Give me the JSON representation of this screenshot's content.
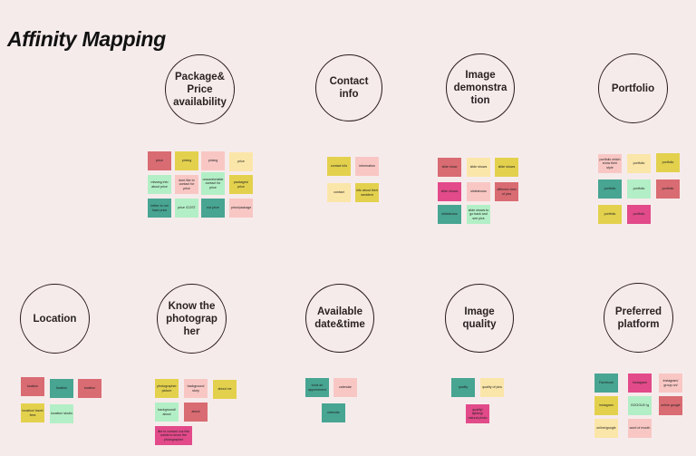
{
  "title": "Affinity Mapping",
  "groups": [
    {
      "label": "Package&\nPrice\navailability",
      "notes": [
        {
          "text": "price",
          "color": "red"
        },
        {
          "text": "pricing",
          "color": "ylw"
        },
        {
          "text": "pricing",
          "color": "pink"
        },
        {
          "text": "price",
          "color": "cream"
        },
        {
          "text": "missing info about price",
          "color": "mint"
        },
        {
          "text": "dont like to contact for price",
          "color": "pink"
        },
        {
          "text": "uncomfortable contact for price",
          "color": "mint"
        },
        {
          "text": "packages/ price",
          "color": "ylw"
        },
        {
          "text": "better to not have price",
          "color": "teal"
        },
        {
          "text": "price /COST",
          "color": "mint"
        },
        {
          "text": "not price",
          "color": "teal"
        },
        {
          "text": "price/package",
          "color": "pink"
        }
      ]
    },
    {
      "label": "Contact\ninfo",
      "notes": [
        {
          "text": "contact info",
          "color": "ylw"
        },
        {
          "text": "information",
          "color": "pink"
        },
        {
          "text": "contact",
          "color": "cream"
        },
        {
          "text": "info about their weddent",
          "color": "ylw"
        }
      ]
    },
    {
      "label": "Image\ndemonstra\ntion",
      "notes": [
        {
          "text": "slide show",
          "color": "red"
        },
        {
          "text": "slide shows",
          "color": "cream"
        },
        {
          "text": "slide shows",
          "color": "ylw"
        },
        {
          "text": "slide shows",
          "color": "mag"
        },
        {
          "text": "slideshows",
          "color": "pink"
        },
        {
          "text": "different view of pics",
          "color": "red"
        },
        {
          "text": "slideshows",
          "color": "teal"
        },
        {
          "text": "slide shows to go back and see pics",
          "color": "mint"
        }
      ]
    },
    {
      "label": "Portfolio",
      "notes": [
        {
          "text": "portfolio which show their style",
          "color": "pink"
        },
        {
          "text": "portfolio",
          "color": "cream"
        },
        {
          "text": "portfolio",
          "color": "ylw"
        },
        {
          "text": "portfolio",
          "color": "teal"
        },
        {
          "text": "portfolio",
          "color": "mint"
        },
        {
          "text": "portfolio",
          "color": "red"
        },
        {
          "text": "portfolio",
          "color": "ylw"
        },
        {
          "text": "portfolio",
          "color": "mag"
        }
      ]
    },
    {
      "label": "Location",
      "notes": [
        {
          "text": "location",
          "color": "red"
        },
        {
          "text": "location",
          "color": "teal"
        },
        {
          "text": "location",
          "color": "red"
        },
        {
          "text": "location/ travel fees",
          "color": "ylw"
        },
        {
          "text": "location/ studio",
          "color": "mint"
        }
      ]
    },
    {
      "label": "Know the\nphotograp\nher",
      "notes": [
        {
          "text": "photographer picture",
          "color": "ylw"
        },
        {
          "text": "background story",
          "color": "pink"
        },
        {
          "text": "about me",
          "color": "ylw"
        },
        {
          "text": "background/ about",
          "color": "mint"
        },
        {
          "text": "about",
          "color": "red"
        },
        {
          "text": "like to contact cuz this wants to know the photographer",
          "color": "mag"
        }
      ]
    },
    {
      "label": "Available\ndate&time",
      "notes": [
        {
          "text": "book an appointment",
          "color": "teal"
        },
        {
          "text": "calendar",
          "color": "pink"
        },
        {
          "text": "calendar",
          "color": "teal"
        }
      ]
    },
    {
      "label": "Image\nquality",
      "notes": [
        {
          "text": "quality",
          "color": "teal"
        },
        {
          "text": "quality of pics",
          "color": "cream"
        },
        {
          "text": "quality/ lighting/ natural photo",
          "color": "mag"
        }
      ]
    },
    {
      "label": "Preferred\nplatform",
      "notes": [
        {
          "text": "Facebook",
          "color": "teal"
        },
        {
          "text": "instagram",
          "color": "mag"
        },
        {
          "text": "instagram/ group on/",
          "color": "pink"
        },
        {
          "text": "instagram",
          "color": "ylw"
        },
        {
          "text": "GOOGLE/ ig",
          "color": "mint"
        },
        {
          "text": "online google",
          "color": "red"
        },
        {
          "text": "online/google",
          "color": "cream"
        },
        {
          "text": "word of mouth",
          "color": "pink"
        }
      ]
    }
  ]
}
